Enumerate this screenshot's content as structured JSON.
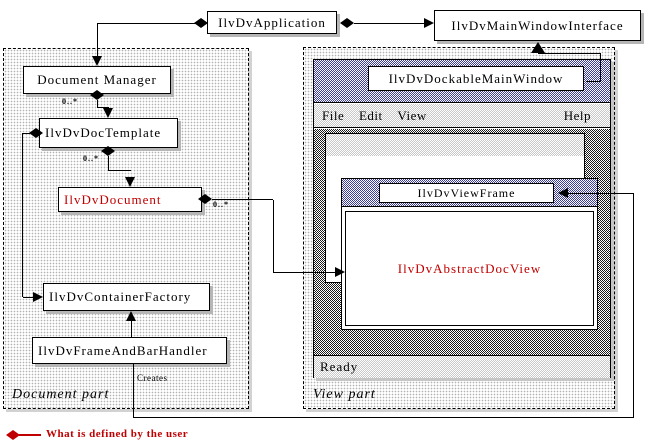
{
  "top": {
    "application_box": "IlvDvApplication",
    "main_window_interface_box": "IlvDvMainWindowInterface"
  },
  "document_part": {
    "region_label": "Document part",
    "document_manager_box": "Document Manager",
    "doc_template_box": "IlvDvDocTemplate",
    "document_box": "IlvDvDocument",
    "container_factory_box": "IlvDvContainerFactory",
    "frame_and_bar_handler_box": "IlvDvFrameAndBarHandler",
    "mult_manager_template": "0..*",
    "mult_template_document": "0..*",
    "mult_document_view": "0..*",
    "creates_label": "Creates"
  },
  "view_part": {
    "region_label": "View part",
    "window": {
      "title": "IlvDvDockableMainWindow",
      "menu": {
        "items": [
          "File",
          "Edit",
          "View"
        ],
        "help": "Help"
      },
      "view_frame_title": "IlvDvViewFrame",
      "abstract_doc_view": "IlvDvAbstractDocView",
      "status": "Ready"
    }
  },
  "legend": {
    "text": "What is defined by the user"
  },
  "colors": {
    "user_defined_red": "#c00000",
    "titlebar_blue": "#3a3aa8"
  }
}
